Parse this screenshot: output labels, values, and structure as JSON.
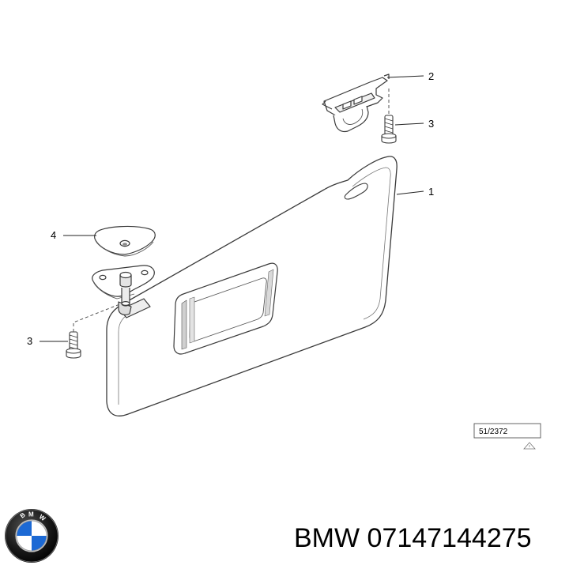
{
  "callouts": {
    "c1": "1",
    "c2": "2",
    "c3_top": "3",
    "c3_bottom": "3",
    "c4": "4"
  },
  "reference": {
    "code": "51/2372"
  },
  "footer": {
    "brand": "BMW",
    "part_number": "07147144275",
    "logo_letters": "BMW",
    "logo_colors": {
      "blue": "#1c69d4",
      "white": "#ffffff",
      "ring": "#111111"
    }
  }
}
